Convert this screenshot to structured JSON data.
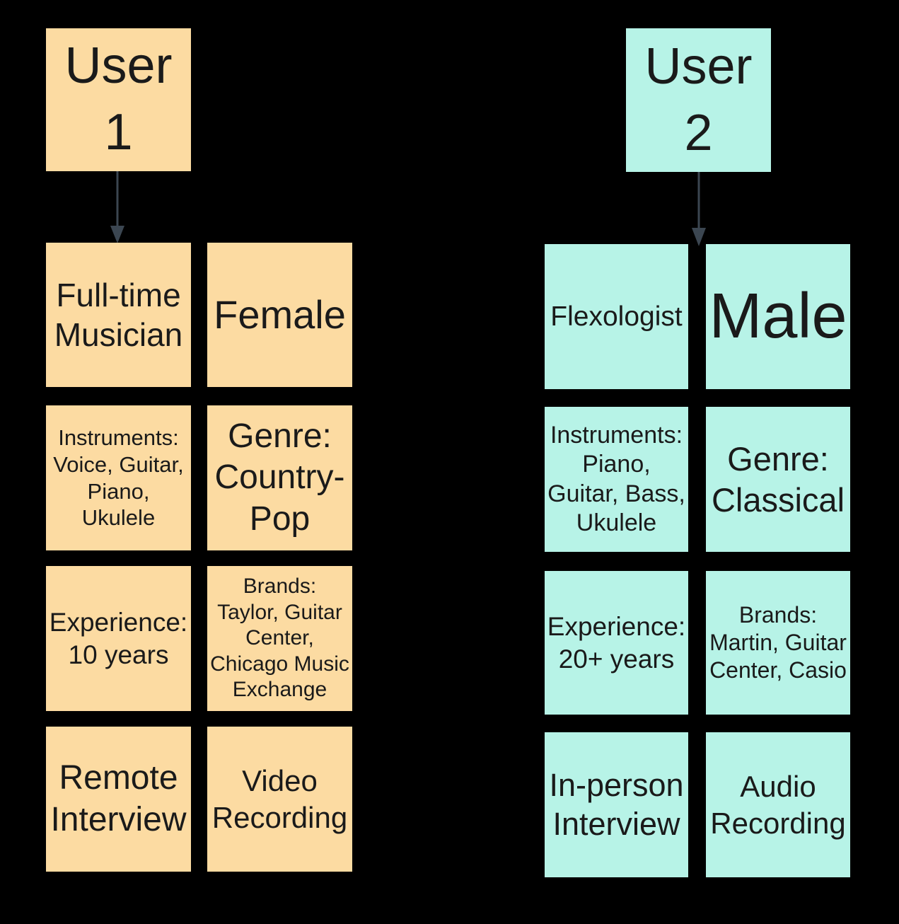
{
  "canvas": {
    "background": "#000000"
  },
  "arrow_color": "#3b4651",
  "users": [
    {
      "title": "User\n1",
      "color": "#fcdba2",
      "cells": [
        {
          "name": "occupation",
          "text": "Full-time\nMusician"
        },
        {
          "name": "gender",
          "text": "Female"
        },
        {
          "name": "instruments",
          "text": "Instruments:\nVoice, Guitar,\nPiano,\nUkulele"
        },
        {
          "name": "genre",
          "text": "Genre:\nCountry-\nPop"
        },
        {
          "name": "experience",
          "text": "Experience:\n10 years"
        },
        {
          "name": "brands",
          "text": "Brands:\nTaylor, Guitar\nCenter,\nChicago Music\nExchange"
        },
        {
          "name": "interview",
          "text": "Remote\nInterview"
        },
        {
          "name": "recording",
          "text": "Video\nRecording"
        }
      ]
    },
    {
      "title": "User\n2",
      "color": "#b7f3e7",
      "cells": [
        {
          "name": "occupation",
          "text": "Flexologist"
        },
        {
          "name": "gender",
          "text": "Male"
        },
        {
          "name": "instruments",
          "text": "Instruments:\nPiano,\nGuitar, Bass,\nUkulele"
        },
        {
          "name": "genre",
          "text": "Genre:\nClassical"
        },
        {
          "name": "experience",
          "text": "Experience:\n20+ years"
        },
        {
          "name": "brands",
          "text": "Brands:\nMartin, Guitar\nCenter, Casio"
        },
        {
          "name": "interview",
          "text": "In-person\nInterview"
        },
        {
          "name": "recording",
          "text": "Audio\nRecording"
        }
      ]
    }
  ]
}
